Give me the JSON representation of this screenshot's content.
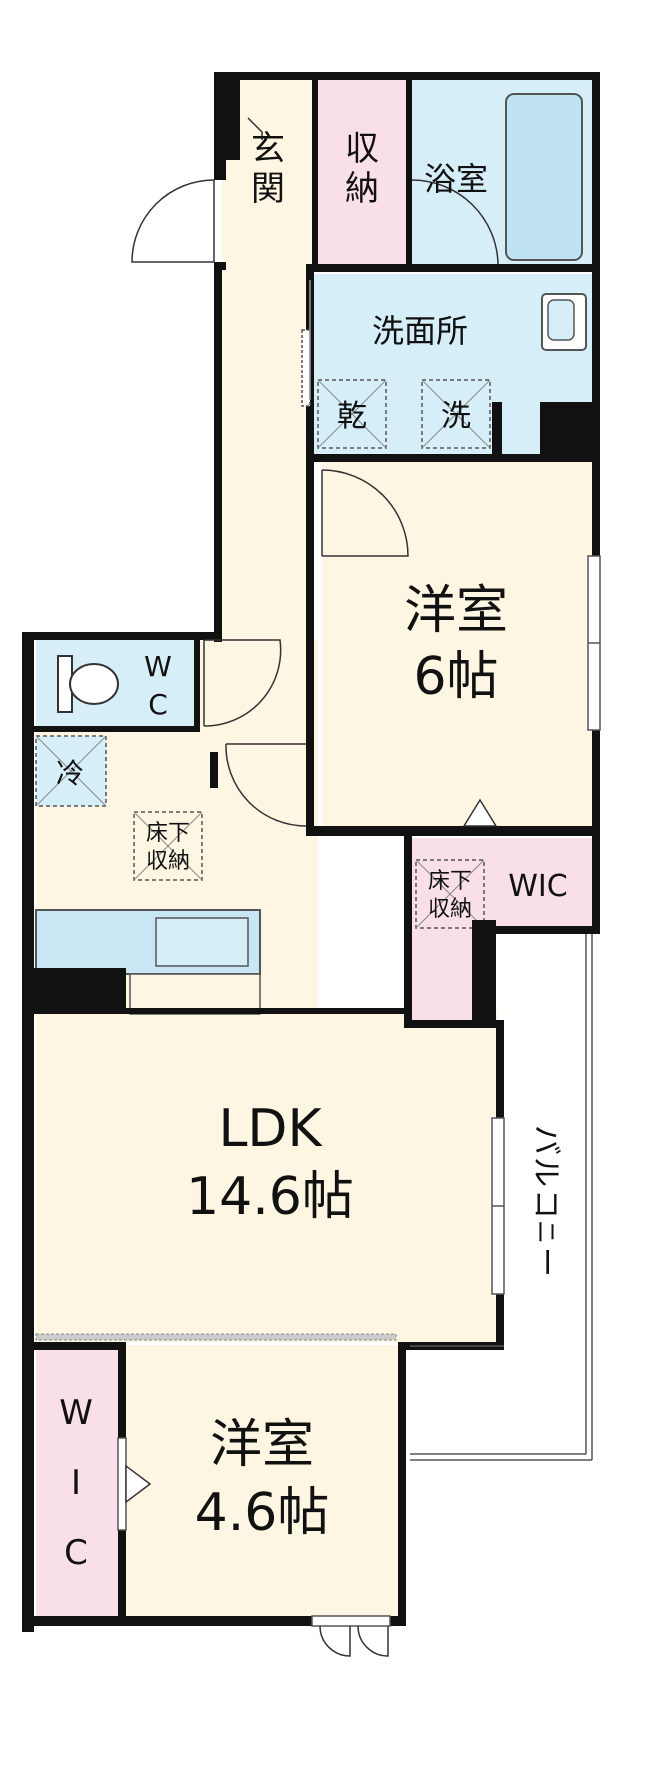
{
  "colors": {
    "floor": "#fdf6e3",
    "wet": "#d6eef8",
    "storage": "#f9dfe8",
    "wall": "#111111",
    "counter": "#c8e6f3",
    "bath": "#bfe3f3"
  },
  "rooms": {
    "genkan": [
      "玄",
      "関"
    ],
    "shuno": [
      "収",
      "納"
    ],
    "yokushitsu": "浴室",
    "senmenjo": "洗面所",
    "kan": "乾",
    "sen": "洗",
    "yoshitsu1": {
      "name": "洋室",
      "size": "6帖"
    },
    "wc": [
      "W",
      "C"
    ],
    "rei": "冷",
    "yukashita1": [
      "床下",
      "収納"
    ],
    "yukashita2": [
      "床下",
      "収納"
    ],
    "wic1": "WIC",
    "ldk": {
      "name": "LDK",
      "size": "14.6帖"
    },
    "balcony": [
      "バ",
      "ル",
      "コ",
      "ニ",
      "ー"
    ],
    "wic2": [
      "W",
      "I",
      "C"
    ],
    "yoshitsu2": {
      "name": "洋室",
      "size": "4.6帖"
    }
  }
}
